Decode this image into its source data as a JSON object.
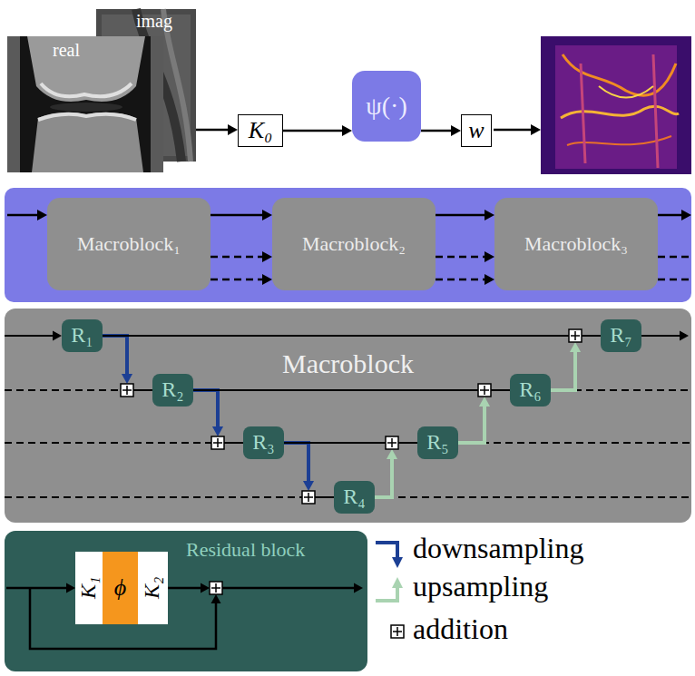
{
  "diagram": {
    "nodes": [
      {
        "text": [
          "K₀"
        ]
      },
      {
        "text": [
          "ψ(·)"
        ]
      },
      {
        "text": [
          "w"
        ]
      },
      {
        "text": [
          "Macroblock₁"
        ]
      },
      {
        "text": [
          "Macroblock₂"
        ]
      },
      {
        "text": [
          "Macroblock₃"
        ]
      },
      {
        "text": [
          "Macroblock"
        ]
      },
      {
        "text": [
          "R₁"
        ],
        "in": 6
      },
      {
        "text": [
          "R₂"
        ],
        "in": 6
      },
      {
        "text": [
          "R₃"
        ],
        "in": 6
      },
      {
        "text": [
          "R₄"
        ],
        "in": 6
      },
      {
        "text": [
          "R₅"
        ],
        "in": 6
      },
      {
        "text": [
          "R₆"
        ],
        "in": 6
      },
      {
        "text": [
          "R₇"
        ],
        "in": 6
      },
      {
        "text": [
          "Residual block"
        ]
      },
      {
        "text": [
          "K₁"
        ],
        "in": 14
      },
      {
        "text": [
          "ϕ"
        ],
        "in": 14
      },
      {
        "text": [
          "K₂"
        ],
        "in": 14
      }
    ],
    "edges": [
      {
        "from": 0,
        "to": 1,
        "arrow": "to"
      },
      {
        "from": 1,
        "to": 2,
        "arrow": "to"
      },
      {
        "from": 3,
        "to": 4,
        "arrow": "to"
      },
      {
        "from": 3,
        "to": 4,
        "arrow": "to"
      },
      {
        "from": 3,
        "to": 4,
        "arrow": "to"
      },
      {
        "from": 4,
        "to": 5,
        "arrow": "to"
      },
      {
        "from": 4,
        "to": 5,
        "arrow": "to"
      },
      {
        "from": 4,
        "to": 5,
        "arrow": "to"
      },
      {
        "from": 7,
        "to": 8,
        "arrow": "to"
      },
      {
        "from": 8,
        "to": 9,
        "arrow": "to"
      },
      {
        "from": 9,
        "to": 10,
        "arrow": "to"
      },
      {
        "from": 10,
        "to": 11,
        "arrow": "to"
      },
      {
        "from": 11,
        "to": 12,
        "arrow": "to"
      },
      {
        "from": 12,
        "to": 13,
        "arrow": "to"
      },
      {
        "from": 7,
        "to": 13,
        "arrow": "none"
      },
      {
        "from": 8,
        "to": 12,
        "arrow": "none"
      },
      {
        "from": 9,
        "to": 11,
        "arrow": "none"
      }
    ],
    "labels": [
      "imag",
      "real"
    ],
    "legend": [
      {
        "text": "downsampling"
      },
      {
        "text": "upsampling"
      },
      {
        "text": "addition"
      }
    ]
  }
}
